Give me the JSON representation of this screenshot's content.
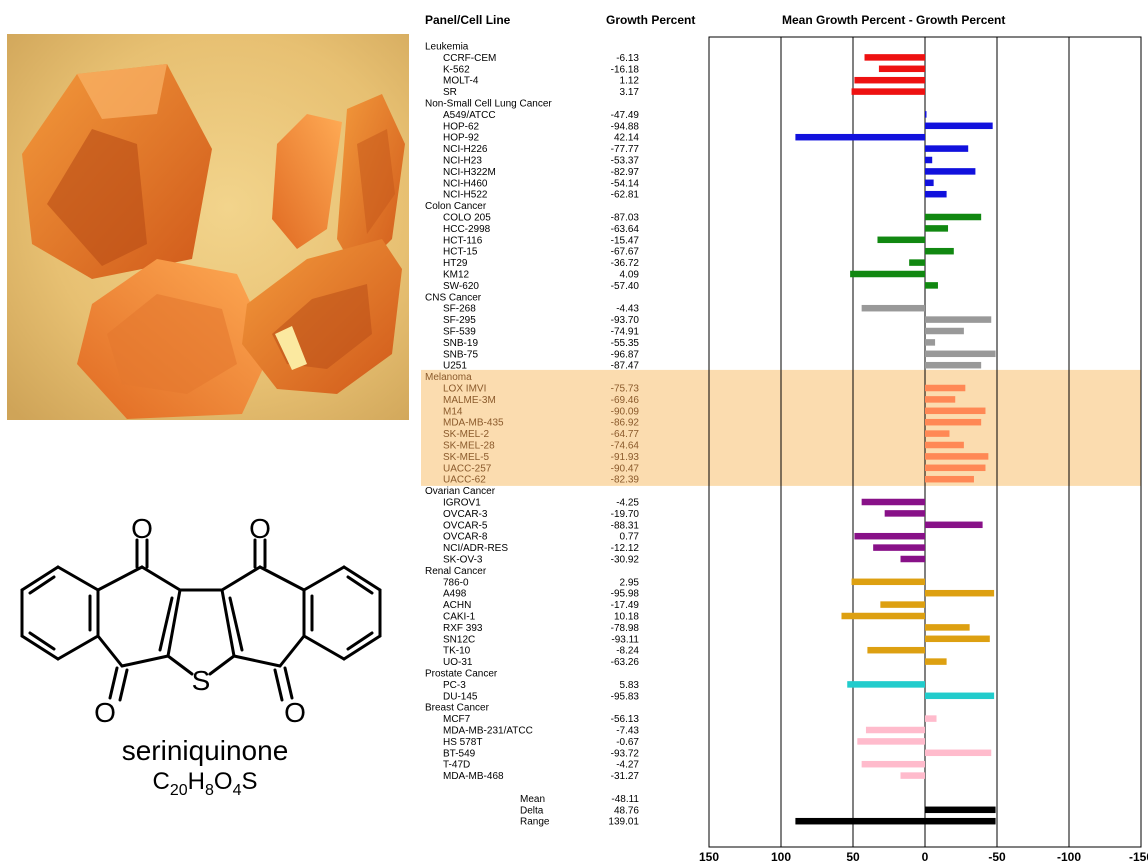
{
  "headers": {
    "panel": "Panel/Cell Line",
    "growth": "Growth Percent",
    "chart": "Mean Growth Percent - Growth Percent"
  },
  "molecule": {
    "name": "seriniquinone",
    "formula_parts": [
      "C",
      "20",
      "H",
      "8",
      "O",
      "4",
      "S"
    ],
    "atoms": [
      "O",
      "O",
      "O",
      "O",
      "S"
    ]
  },
  "colors": {
    "Leukemia": "#ee1111",
    "Non-Small Cell Lung Cancer": "#1111dd",
    "Colon Cancer": "#118811",
    "CNS Cancer": "#999999",
    "Melanoma": "#ff8855",
    "Ovarian Cancer": "#881188",
    "Renal Cancer": "#dda011",
    "Prostate Cancer": "#22cccc",
    "Breast Cancer": "#ffbbcc",
    "Summary": "#000000",
    "melanoma_highlight": "#fbdcaf",
    "melanoma_text": "#8b5a2b"
  },
  "chart_data": {
    "type": "bar",
    "orientation": "horizontal",
    "xlim": [
      150,
      -150
    ],
    "xticks": [
      150,
      100,
      50,
      0,
      -50,
      -100,
      -150
    ],
    "highlight_panel": "Melanoma",
    "panels": [
      {
        "name": "Leukemia",
        "cells": [
          {
            "name": "CCRF-CEM",
            "growth": "-6.13",
            "value": 42
          },
          {
            "name": "K-562",
            "growth": "-16.18",
            "value": 32
          },
          {
            "name": "MOLT-4",
            "growth": "1.12",
            "value": 49
          },
          {
            "name": "SR",
            "growth": "3.17",
            "value": 51
          }
        ]
      },
      {
        "name": "Non-Small Cell Lung Cancer",
        "cells": [
          {
            "name": "A549/ATCC",
            "growth": "-47.49",
            "value": -1
          },
          {
            "name": "HOP-62",
            "growth": "-94.88",
            "value": -47
          },
          {
            "name": "HOP-92",
            "growth": "42.14",
            "value": 90
          },
          {
            "name": "NCI-H226",
            "growth": "-77.77",
            "value": -30
          },
          {
            "name": "NCI-H23",
            "growth": "-53.37",
            "value": -5
          },
          {
            "name": "NCI-H322M",
            "growth": "-82.97",
            "value": -35
          },
          {
            "name": "NCI-H460",
            "growth": "-54.14",
            "value": -6
          },
          {
            "name": "NCI-H522",
            "growth": "-62.81",
            "value": -15
          }
        ]
      },
      {
        "name": "Colon Cancer",
        "cells": [
          {
            "name": "COLO 205",
            "growth": "-87.03",
            "value": -39
          },
          {
            "name": "HCC-2998",
            "growth": "-63.64",
            "value": -16
          },
          {
            "name": "HCT-116",
            "growth": "-15.47",
            "value": 33
          },
          {
            "name": "HCT-15",
            "growth": "-67.67",
            "value": -20
          },
          {
            "name": "HT29",
            "growth": "-36.72",
            "value": 11
          },
          {
            "name": "KM12",
            "growth": "4.09",
            "value": 52
          },
          {
            "name": "SW-620",
            "growth": "-57.40",
            "value": -9
          }
        ]
      },
      {
        "name": "CNS Cancer",
        "cells": [
          {
            "name": "SF-268",
            "growth": "-4.43",
            "value": 44
          },
          {
            "name": "SF-295",
            "growth": "-93.70",
            "value": -46
          },
          {
            "name": "SF-539",
            "growth": "-74.91",
            "value": -27
          },
          {
            "name": "SNB-19",
            "growth": "-55.35",
            "value": -7
          },
          {
            "name": "SNB-75",
            "growth": "-96.87",
            "value": -49
          },
          {
            "name": "U251",
            "growth": "-87.47",
            "value": -39
          }
        ]
      },
      {
        "name": "Melanoma",
        "cells": [
          {
            "name": "LOX IMVI",
            "growth": "-75.73",
            "value": -28
          },
          {
            "name": "MALME-3M",
            "growth": "-69.46",
            "value": -21
          },
          {
            "name": "M14",
            "growth": "-90.09",
            "value": -42
          },
          {
            "name": "MDA-MB-435",
            "growth": "-86.92",
            "value": -39
          },
          {
            "name": "SK-MEL-2",
            "growth": "-64.77",
            "value": -17
          },
          {
            "name": "SK-MEL-28",
            "growth": "-74.64",
            "value": -27
          },
          {
            "name": "SK-MEL-5",
            "growth": "-91.93",
            "value": -44
          },
          {
            "name": "UACC-257",
            "growth": "-90.47",
            "value": -42
          },
          {
            "name": "UACC-62",
            "growth": "-82.39",
            "value": -34
          }
        ]
      },
      {
        "name": "Ovarian Cancer",
        "cells": [
          {
            "name": "IGROV1",
            "growth": "-4.25",
            "value": 44
          },
          {
            "name": "OVCAR-3",
            "growth": "-19.70",
            "value": 28
          },
          {
            "name": "OVCAR-5",
            "growth": "-88.31",
            "value": -40
          },
          {
            "name": "OVCAR-8",
            "growth": "0.77",
            "value": 49
          },
          {
            "name": "NCI/ADR-RES",
            "growth": "-12.12",
            "value": 36
          },
          {
            "name": "SK-OV-3",
            "growth": "-30.92",
            "value": 17
          }
        ]
      },
      {
        "name": "Renal Cancer",
        "cells": [
          {
            "name": "786-0",
            "growth": "2.95",
            "value": 51
          },
          {
            "name": "A498",
            "growth": "-95.98",
            "value": -48
          },
          {
            "name": "ACHN",
            "growth": "-17.49",
            "value": 31
          },
          {
            "name": "CAKI-1",
            "growth": "10.18",
            "value": 58
          },
          {
            "name": "RXF 393",
            "growth": "-78.98",
            "value": -31
          },
          {
            "name": "SN12C",
            "growth": "-93.11",
            "value": -45
          },
          {
            "name": "TK-10",
            "growth": "-8.24",
            "value": 40
          },
          {
            "name": "UO-31",
            "growth": "-63.26",
            "value": -15
          }
        ]
      },
      {
        "name": "Prostate Cancer",
        "cells": [
          {
            "name": "PC-3",
            "growth": "5.83",
            "value": 54
          },
          {
            "name": "DU-145",
            "growth": "-95.83",
            "value": -48
          }
        ]
      },
      {
        "name": "Breast Cancer",
        "cells": [
          {
            "name": "MCF7",
            "growth": "-56.13",
            "value": -8
          },
          {
            "name": "MDA-MB-231/ATCC",
            "growth": "-7.43",
            "value": 41
          },
          {
            "name": "HS 578T",
            "growth": "-0.67",
            "value": 47
          },
          {
            "name": "BT-549",
            "growth": "-93.72",
            "value": -46
          },
          {
            "name": "T-47D",
            "growth": "-4.27",
            "value": 44
          },
          {
            "name": "MDA-MB-468",
            "growth": "-31.27",
            "value": 17
          }
        ]
      }
    ],
    "summary": [
      {
        "name": "Mean",
        "growth": "-48.11",
        "value": null
      },
      {
        "name": "Delta",
        "growth": "48.76",
        "value": -49
      },
      {
        "name": "Range",
        "growth": "139.01",
        "value": [
          90,
          -49
        ]
      }
    ]
  }
}
